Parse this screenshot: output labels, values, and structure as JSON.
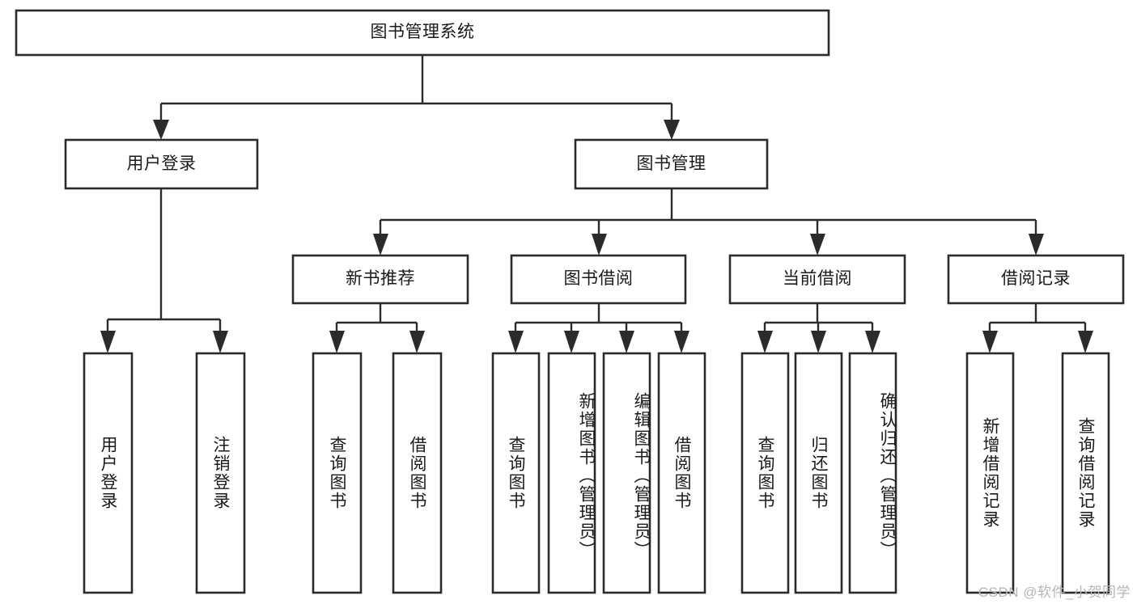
{
  "diagram": {
    "title": "图书管理系统",
    "type": "tree-hierarchy-diagram",
    "colors": {
      "stroke": "#2b2b2b",
      "fill": "#ffffff",
      "text": "#1a1a1a",
      "watermark": "#b6b6b6"
    },
    "root": {
      "label": "图书管理系统"
    },
    "level2": [
      {
        "label": "用户登录"
      },
      {
        "label": "图书管理"
      }
    ],
    "level3": [
      {
        "label": "新书推荐"
      },
      {
        "label": "图书借阅"
      },
      {
        "label": "当前借阅"
      },
      {
        "label": "借阅记录"
      }
    ],
    "leaves": {
      "user_login": [
        {
          "label": "用户登录"
        },
        {
          "label": "注销登录"
        }
      ],
      "new_book_recommend": [
        {
          "label": "查询图书"
        },
        {
          "label": "借阅图书"
        }
      ],
      "book_borrow": [
        {
          "label": "查询图书"
        },
        {
          "label": "新增图书（管理员）"
        },
        {
          "label": "编辑图书（管理员）"
        },
        {
          "label": "借阅图书"
        }
      ],
      "current_borrow": [
        {
          "label": "查询图书"
        },
        {
          "label": "归还图书"
        },
        {
          "label": "确认归还（管理员）"
        }
      ],
      "borrow_record": [
        {
          "label": "新增借阅记录"
        },
        {
          "label": "查询借阅记录"
        }
      ]
    }
  },
  "watermark": {
    "text": "CSDN @软件_小贺同学"
  }
}
